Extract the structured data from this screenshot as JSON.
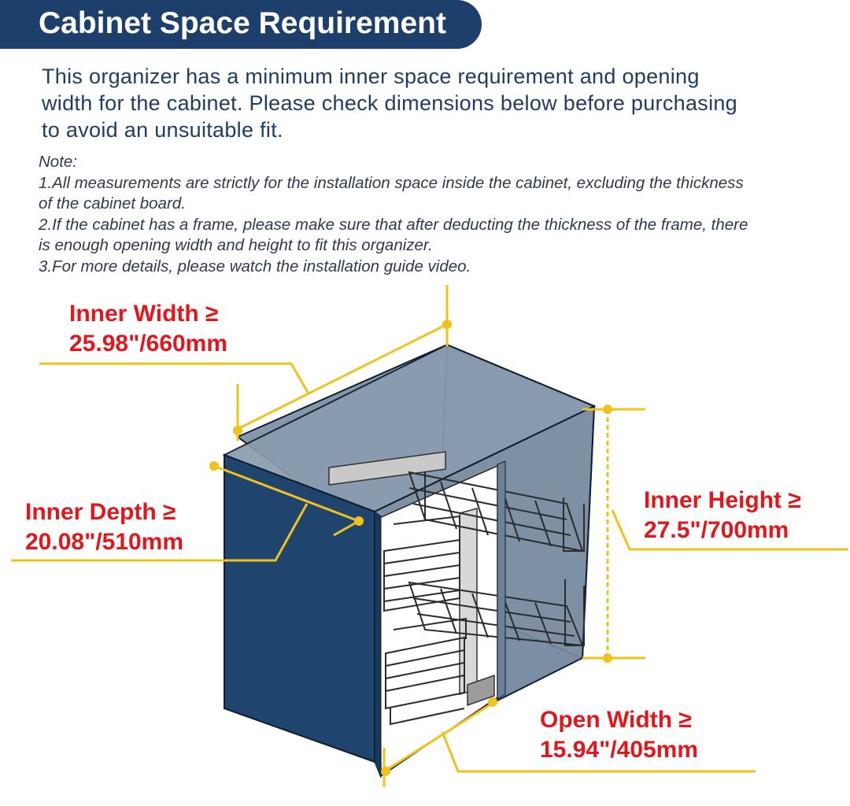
{
  "header": {
    "title": "Cabinet Space Requirement"
  },
  "intro": {
    "lines": [
      "This organizer has a minimum inner space requirement and opening",
      "width for the cabinet. Please check dimensions below before purchasing",
      "to avoid an unsuitable fit."
    ]
  },
  "notes": {
    "lines": [
      "Note:",
      "1.All measurements are strictly for the installation space inside the cabinet, excluding the thickness",
      "of the cabinet board.",
      "2.If the cabinet has a frame, please make sure that after deducting the thickness of the frame, there",
      "is enough opening width and height to fit this organizer.",
      "3.For more details, please watch the installation guide video."
    ]
  },
  "dimensions": {
    "inner_width": {
      "label": "Inner Width ≥",
      "value": "25.98\"/660mm"
    },
    "inner_depth": {
      "label": "Inner Depth ≥",
      "value": "20.08\"/510mm"
    },
    "inner_height": {
      "label": "Inner Height ≥",
      "value": "27.5\"/700mm"
    },
    "open_width": {
      "label": "Open Width ≥",
      "value": "15.94\"/405mm"
    }
  },
  "colors": {
    "banner": "#1d3f6b",
    "intro_text": "#1f3d63",
    "cabinet_front": "#1f456f",
    "cabinet_inside": "#7d8fa3",
    "dimension_line": "#f2c21b",
    "label_red": "#e2161b"
  }
}
